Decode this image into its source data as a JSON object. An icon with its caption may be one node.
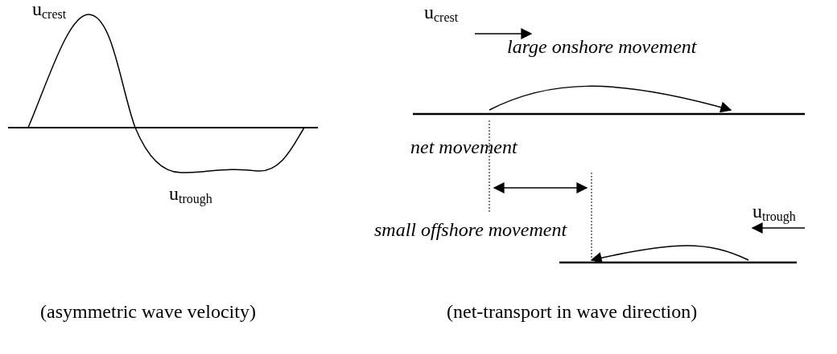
{
  "diagram": {
    "labels": [
      "u$_{crest}$",
      "u$_{crest}$",
      "large onshore movement",
      "net movement",
      "u$_{trough}$",
      "u$_{trough}$",
      "small offshore movement",
      "(asymmetric wave velocity)",
      "(net-transport in wave direction)"
    ]
  }
}
